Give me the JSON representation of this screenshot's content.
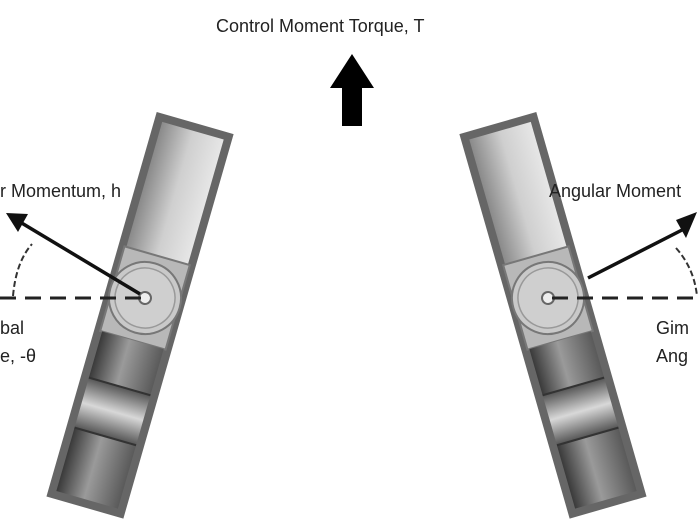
{
  "title": "Control Moment Torque, T",
  "left": {
    "momentum_label": "r Momentum, h",
    "gimbal_label_line1": "bal",
    "gimbal_label_line2": "e, -θ"
  },
  "right": {
    "momentum_label": "Angular Moment",
    "gimbal_label_line1": "Gim",
    "gimbal_label_line2": "Ang"
  }
}
